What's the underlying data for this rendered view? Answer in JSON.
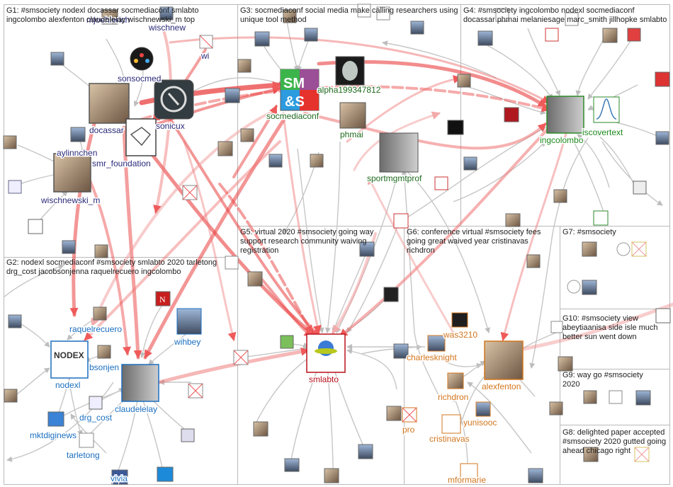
{
  "groups": [
    {
      "id": "G1",
      "title": "G1: #smsociety nodexl docassar socmediaconf smlabto ingcolombo alexfenton claudelelay wischnewski_m top"
    },
    {
      "id": "G3",
      "title": "G3: socmediaconf social media make calling researchers using unique tool method"
    },
    {
      "id": "G4",
      "title": "G4: #smsociety ingcolombo nodexl socmediaconf docassar phmai melaniesage marc_smith jillhopke smlabto"
    },
    {
      "id": "G2",
      "title": "G2: nodexl socmediaconf #smsociety smlabto 2020 tarletong drg_cost jacobsonjenna raquelrecuero ingcolombo"
    },
    {
      "id": "G5",
      "title": "G5: virtual 2020 #smsociety going way support research community waiving registration"
    },
    {
      "id": "G6",
      "title": "G6: conference virtual #smsociety fees going great waived year cristinavas richdron"
    },
    {
      "id": "G7",
      "title": "G7: #smsociety"
    },
    {
      "id": "G10",
      "title": "G10: #smsociety view abeytiaanisa side isle much better sun went down"
    },
    {
      "id": "G9",
      "title": "G9: way go #smsociety 2020"
    },
    {
      "id": "G8",
      "title": "G8: delighted paper accepted #smsociety 2020 gutted going ahead chicago right"
    }
  ],
  "nodes": [
    {
      "name": "mjoehlerich",
      "color": "#2a2a7a"
    },
    {
      "name": "wischnew",
      "color": "#2a2a7a"
    },
    {
      "name": "wi",
      "color": "#2a2a7a"
    },
    {
      "name": "sonsocmed",
      "color": "#2a2a7a"
    },
    {
      "name": "docassar",
      "color": "#2a2a7a"
    },
    {
      "name": "sonicux",
      "color": "#2a2a7a"
    },
    {
      "name": "aylinnchen",
      "color": "#2a2a7a"
    },
    {
      "name": "smr_foundation",
      "color": "#2a2a7a"
    },
    {
      "name": "wischnewski_m",
      "color": "#2a2a7a"
    },
    {
      "name": "socmediaconf",
      "color": "#1e6b1e"
    },
    {
      "name": "alpha199347812",
      "color": "#1e6b1e"
    },
    {
      "name": "phmai",
      "color": "#1e6b1e"
    },
    {
      "name": "sportmgmtprof",
      "color": "#1e6b1e"
    },
    {
      "name": "ingcolombo",
      "color": "#1e8a1e"
    },
    {
      "name": "iscovertext",
      "color": "#1e8a1e"
    },
    {
      "name": "raquelrecuero",
      "color": "#1b6fc0"
    },
    {
      "name": "nodexl",
      "color": "#1b6fc0"
    },
    {
      "name": "bsonjen",
      "color": "#1b6fc0"
    },
    {
      "name": "wihbey",
      "color": "#1b6fc0"
    },
    {
      "name": "claudelelay",
      "color": "#1b6fc0"
    },
    {
      "name": "drg_cost",
      "color": "#1b6fc0"
    },
    {
      "name": "mktdiginews",
      "color": "#1b6fc0"
    },
    {
      "name": "tarletong",
      "color": "#1b6fc0"
    },
    {
      "name": "vivia",
      "color": "#1b6fc0"
    },
    {
      "name": "smlabto",
      "color": "#b8101a"
    },
    {
      "name": "was3210",
      "color": "#d2761e"
    },
    {
      "name": "charlesknight",
      "color": "#d2761e"
    },
    {
      "name": "alexfenton",
      "color": "#d2761e"
    },
    {
      "name": "richdron",
      "color": "#d2761e"
    },
    {
      "name": "yunisooc",
      "color": "#d2761e"
    },
    {
      "name": "pro",
      "color": "#d2761e"
    },
    {
      "name": "cristinavas",
      "color": "#d2761e"
    },
    {
      "name": "mformarie",
      "color": "#d2761e"
    }
  ]
}
